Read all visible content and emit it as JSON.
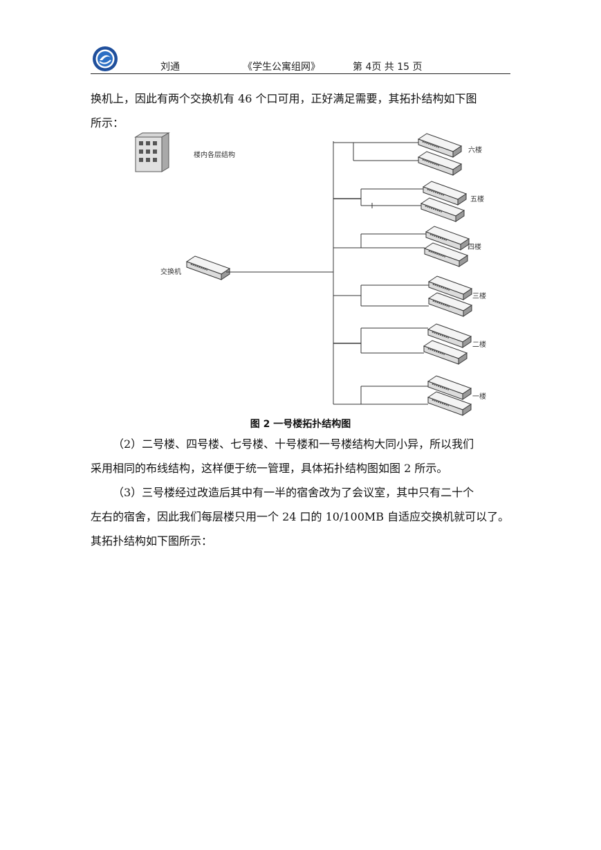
{
  "header": {
    "author": "刘通",
    "title": "《学生公寓组网》",
    "page_label": "第 4页  共 15 页"
  },
  "intro": {
    "line1": "换机上，因此有两个交换机有 46 个口可用，正好满足需要，其拓扑结构如下图",
    "line2": "所示："
  },
  "diagram": {
    "building_label": "楼内各层结构",
    "core_label": "交换机",
    "floors": [
      "六楼",
      "五楼",
      "四楼",
      "三楼",
      "二楼",
      "一楼"
    ],
    "caption": "图 2  一号楼拓扑结构图"
  },
  "para2": {
    "line1": "（2）二号楼、四号楼、七号楼、十号楼和一号楼结构大同小异，所以我们",
    "line2": "采用相同的布线结构，这样便于统一管理，具体拓扑结构图如图 2 所示。"
  },
  "para3": {
    "line1": "（3）三号楼经过改造后其中有一半的宿舍改为了会议室，其中只有二十个",
    "line2": "左右的宿舍，因此我们每层楼只用一个 24 口的 10/100MB 自适应交换机就可以了。",
    "line3": "其拓扑结构如下图所示："
  }
}
